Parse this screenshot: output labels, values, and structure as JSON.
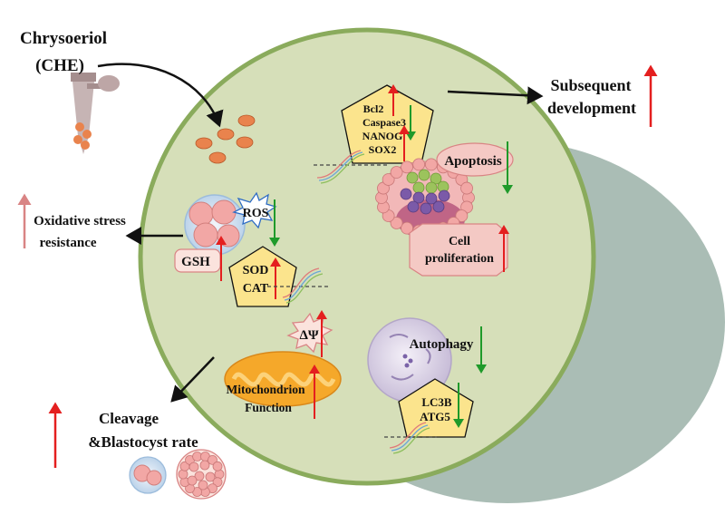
{
  "labels": {
    "compound_name": "Chrysoeriol",
    "compound_abbr": "(CHE)",
    "gene_bcl2": "Bcl2",
    "gene_caspase3": "Caspase3",
    "gene_nanog": "NANOG",
    "gene_sox2": "SOX2",
    "subsequent_1": "Subsequent",
    "subsequent_2": "development",
    "apoptosis": "Apoptosis",
    "cell_prolif_1": "Cell",
    "cell_prolif_2": "proliferation",
    "ros": "ROS",
    "oxidative_1": "Oxidative stress",
    "oxidative_2": "resistance",
    "gsh": "GSH",
    "sod": "SOD",
    "cat": "CAT",
    "delta_psi": "ΔΨ",
    "mito_1": "Mitochondrion",
    "mito_2": "Function",
    "autophagy": "Autophagy",
    "lc3b": "LC3B",
    "atg5": "ATG5",
    "cleavage_1": "Cleavage",
    "cleavage_2": "&Blastocyst rate"
  },
  "colors": {
    "cell_fill": "#d6dfb9",
    "cell_border": "#8aab5c",
    "shadow": "#aabdb5",
    "up_arrow": "#e41f1f",
    "down_arrow": "#1f9a2a",
    "pentagon": "#fbe48d",
    "pink_box": "#f4c9c4",
    "mito": "#f5a82a",
    "oxidative_arrow": "#d98484"
  }
}
